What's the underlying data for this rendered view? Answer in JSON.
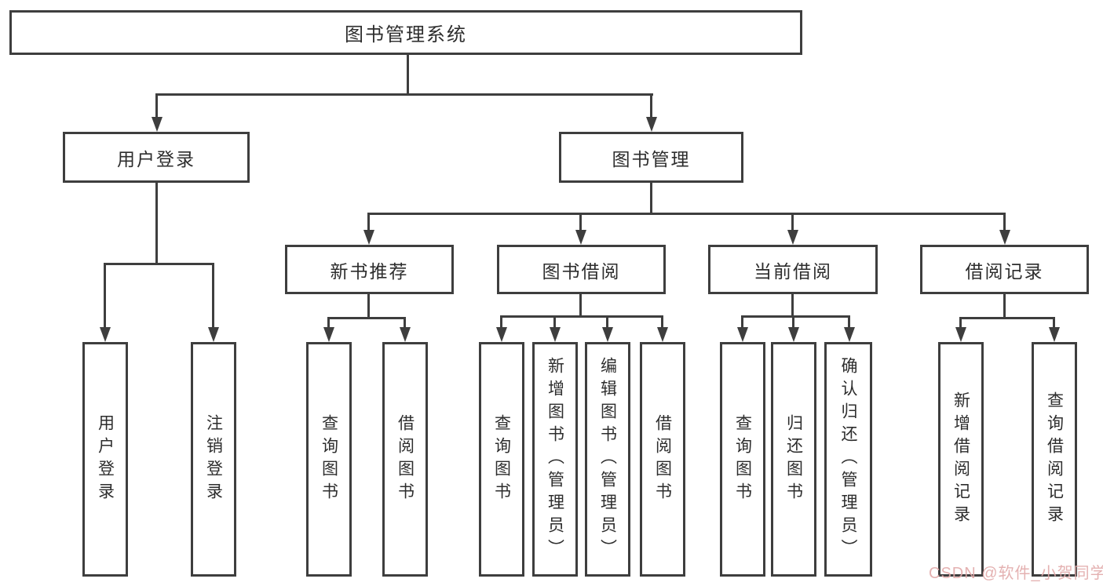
{
  "tree": {
    "root": "图书管理系统",
    "branches": [
      {
        "label": "用户登录",
        "leaves": [
          "用户登录",
          "注销登录"
        ]
      },
      {
        "label": "图书管理",
        "groups": [
          {
            "label": "新书推荐",
            "leaves": [
              "查询图书",
              "借阅图书"
            ]
          },
          {
            "label": "图书借阅",
            "leaves": [
              "查询图书",
              "新增图书（管理员）",
              "编辑图书（管理员）",
              "借阅图书"
            ]
          },
          {
            "label": "当前借阅",
            "leaves": [
              "查询图书",
              "归还图书",
              "确认归还（管理员）"
            ]
          },
          {
            "label": "借阅记录",
            "leaves": [
              "新增借阅记录",
              "查询借阅记录"
            ]
          }
        ]
      }
    ]
  },
  "watermark": {
    "text": "CSDN @软件_小贺同学"
  },
  "colors": {
    "line": "#3e3e3e",
    "background": "#ffffff",
    "text": "#2d2d2d",
    "watermark": "#e2a9a9"
  }
}
